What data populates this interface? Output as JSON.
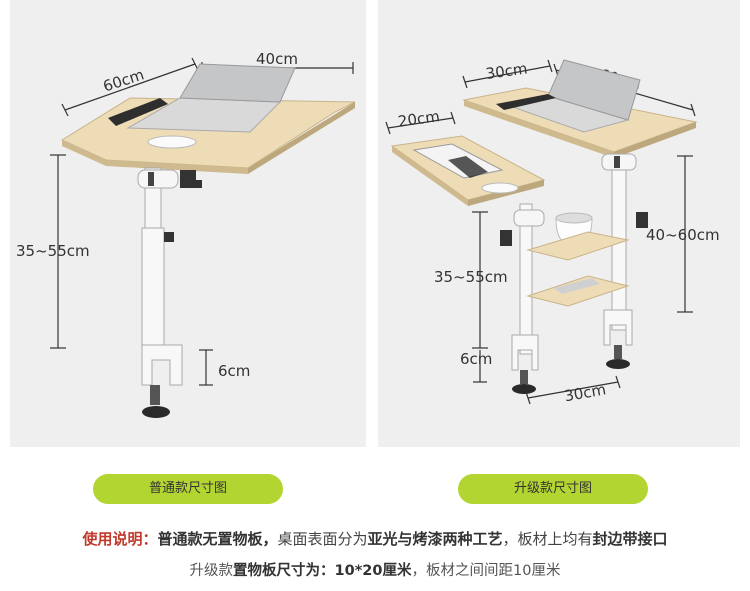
{
  "left_figure": {
    "dim_width": "40cm",
    "dim_depth": "60cm",
    "dim_height": "35~55cm",
    "dim_clamp": "6cm",
    "label": "普通款尺寸图"
  },
  "right_figure": {
    "dim_main_width": "30cm",
    "dim_main_depth": "60cm",
    "dim_side_width": "20cm",
    "dim_height_side": "35~55cm",
    "dim_height_main": "40~60cm",
    "dim_clamp": "6cm",
    "dim_base": "30cm",
    "label": "升级款尺寸图"
  },
  "caption": {
    "line1_lead": "使用说明：",
    "line1_part1": "普通款无置物板，",
    "line1_part2": "桌面表面分为",
    "line1_part3": "亚光与烤漆两种工艺",
    "line1_part4": "，板材上均有",
    "line1_part5": "封边带接口",
    "line2_part1": "升级款",
    "line2_part2": "置物板尺寸为：10*20厘米",
    "line2_part3": "，板材之间间距10厘米"
  },
  "colors": {
    "panel_bg": "#efefef",
    "pill_bg": "#b3d531",
    "accent_red": "#c0392b",
    "wood": "#ecdcb8"
  }
}
